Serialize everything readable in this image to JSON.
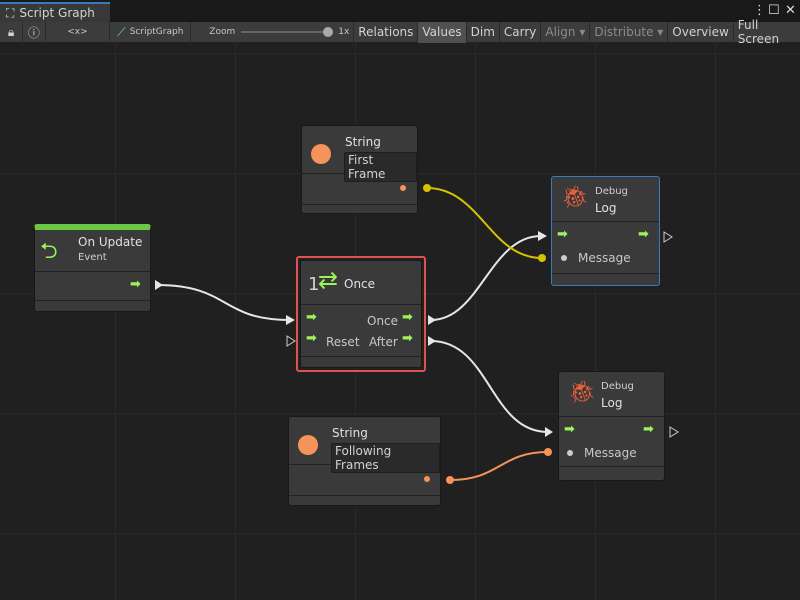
{
  "window": {
    "title": "Script Graph"
  },
  "toolbar": {
    "lock_icon": "lock-icon",
    "info_icon": "info-icon",
    "embed_label": "<x>",
    "graph_name": "ScriptGraph",
    "zoom_label": "Zoom",
    "zoom_value_label": "1x",
    "zoom_level": 1.0,
    "buttons": [
      "Relations",
      "Values",
      "Dim",
      "Carry",
      "Align",
      "Distribute",
      "Overview",
      "Full Screen"
    ],
    "selected": "Values"
  },
  "nodes": {
    "string1": {
      "title": "String",
      "value": "First Frame"
    },
    "string2": {
      "title": "String",
      "value": "Following Frames"
    },
    "on_update": {
      "title": "On Update",
      "subtitle": "Event"
    },
    "once": {
      "badge": "1",
      "title": "Once",
      "out_once": "Once",
      "in_reset": "Reset",
      "out_after": "After"
    },
    "debug1": {
      "category": "Debug",
      "title": "Log",
      "message": "Message"
    },
    "debug2": {
      "category": "Debug",
      "title": "Log",
      "message": "Message"
    }
  },
  "colors": {
    "flow": "#9cf25a",
    "string_port": "#f5935a",
    "yellow_edge": "#d4c400",
    "selection": "#e05252",
    "debug_icon": "#f0603a",
    "event_bar": "#6ac846"
  }
}
